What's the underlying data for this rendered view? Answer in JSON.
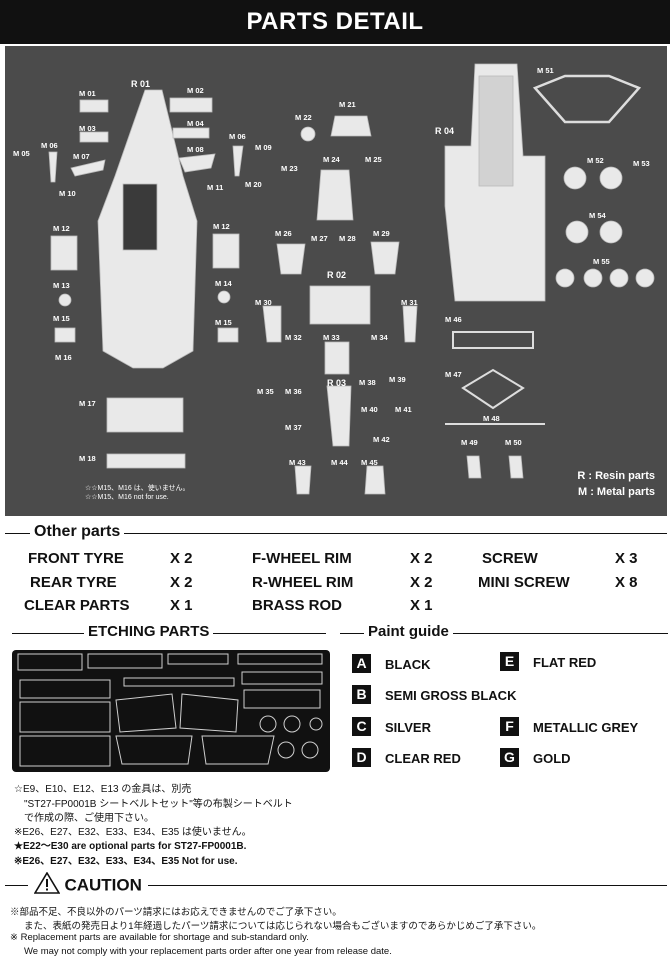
{
  "header": {
    "title": "PARTS DETAIL"
  },
  "photo": {
    "resin_labels": [
      "R 01",
      "R 02",
      "R 03",
      "R 04"
    ],
    "metal_labels": [
      "M 01",
      "M 02",
      "M 03",
      "M 04",
      "M 05",
      "M 06",
      "M 07",
      "M 08",
      "M 06",
      "M 09",
      "M 10",
      "M 11",
      "M 12",
      "M 12",
      "M 13",
      "M 14",
      "M 15",
      "M 15",
      "M 16",
      "M 17",
      "M 18",
      "M 20",
      "M 21",
      "M 22",
      "M 23",
      "M 24",
      "M 25",
      "M 26",
      "M 27",
      "M 28",
      "M 29",
      "M 30",
      "M 31",
      "M 32",
      "M 33",
      "M 34",
      "M 35",
      "M 36",
      "M 37",
      "M 38",
      "M 39",
      "M 40",
      "M 41",
      "M 42",
      "M 43",
      "M 44",
      "M 45",
      "M 46",
      "M 47",
      "M 48",
      "M 49",
      "M 50",
      "M 51",
      "M 52",
      "M 53",
      "M 54",
      "M 55"
    ],
    "note_line1": "☆☆M15、M16 は、使いません。",
    "note_line2": "☆☆M15、M16 not for use.",
    "legend_resin": "R : Resin parts",
    "legend_metal": "M : Metal parts"
  },
  "other_parts": {
    "title": "Other parts",
    "items": [
      {
        "name": "FRONT TYRE",
        "qty": "X 2"
      },
      {
        "name": "F-WHEEL RIM",
        "qty": "X 2"
      },
      {
        "name": "SCREW",
        "qty": "X 3"
      },
      {
        "name": "REAR TYRE",
        "qty": "X 2"
      },
      {
        "name": "R-WHEEL RIM",
        "qty": "X 2"
      },
      {
        "name": "MINI SCREW",
        "qty": "X 8"
      },
      {
        "name": "CLEAR PARTS",
        "qty": "X 1"
      },
      {
        "name": "BRASS ROD",
        "qty": "X 1"
      }
    ]
  },
  "etching": {
    "title": "ETCHING PARTS"
  },
  "paint_guide": {
    "title": "Paint guide",
    "items": [
      {
        "code": "A",
        "name": "BLACK"
      },
      {
        "code": "E",
        "name": "FLAT RED"
      },
      {
        "code": "B",
        "name": "SEMI GROSS BLACK"
      },
      {
        "code": "C",
        "name": "SILVER"
      },
      {
        "code": "F",
        "name": "METALLIC GREY"
      },
      {
        "code": "D",
        "name": "CLEAR RED"
      },
      {
        "code": "G",
        "name": "GOLD"
      }
    ]
  },
  "notes": {
    "line1": "☆E9、E10、E12、E13 の金具は、別売",
    "line2": "\"ST27-FP0001B シートベルトセット\"等の布製シートベルト",
    "line3": "で作成の際、ご使用下さい。",
    "line4": "※E26、E27、E32、E33、E34、E35 は使いません。",
    "line5": "★E22～E30 are optional parts for ST27-FP0001B.",
    "line6": "※E26、E27、E32、E33、E34、E35   Not for use."
  },
  "caution": {
    "title": "CAUTION",
    "line1": "※部品不足、不良以外のパーツ請求にはお応えできませんのでご了承下さい。",
    "line2": "また、表紙の発売日より1年経過したパーツ請求については応じられない場合もございますのであらかじめご了承下さい。",
    "line3": "※ Replacement parts are available for shortage and sub-standard only.",
    "line4": "We may not comply with your replacement parts order after one year from release date."
  }
}
